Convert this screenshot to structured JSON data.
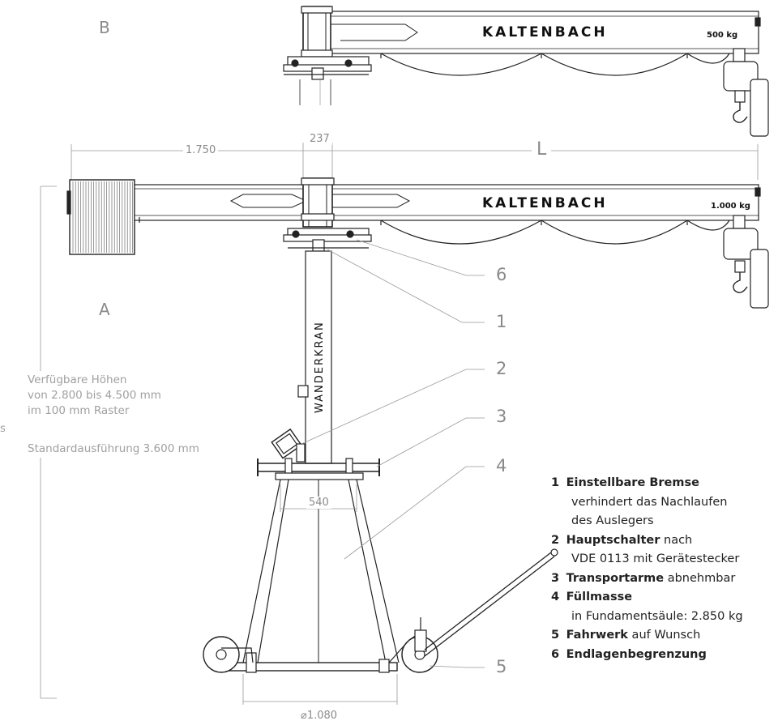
{
  "views": {
    "top": "B",
    "main": "A"
  },
  "boom_b": {
    "brand": "KALTENBACH",
    "capacity": "500 kg"
  },
  "boom_a": {
    "brand": "KALTENBACH",
    "capacity": "1.000 kg"
  },
  "column": {
    "text": "WANDERKRAN"
  },
  "dimensions": {
    "counterweight_length": "1.750",
    "column_width": "237",
    "boom_length": "L",
    "base_width": "540",
    "base_diameter": "⌀1.080"
  },
  "height_note": {
    "line1": "Verfügbare Höhen",
    "line2": "von 2.800 bis 4.500 mm",
    "line3": "im 100 mm Raster",
    "line4": "Standardausführung 3.600 mm",
    "edge_glyph": "s"
  },
  "callouts": [
    "6",
    "1",
    "2",
    "3",
    "4",
    "5"
  ],
  "legend": [
    {
      "num": "1",
      "bold": "Einstellbare Bremse",
      "rest": "",
      "extra": [
        "verhindert das Nachlaufen",
        "des Auslegers"
      ]
    },
    {
      "num": "2",
      "bold": "Hauptschalter",
      "rest": " nach",
      "extra": [
        "VDE 0113 mit Gerätestecker"
      ]
    },
    {
      "num": "3",
      "bold": "Transportarme",
      "rest": " abnehmbar",
      "extra": []
    },
    {
      "num": "4",
      "bold": "Füllmasse",
      "rest": "",
      "extra": [
        "in Fundamentsäule: 2.850 kg"
      ]
    },
    {
      "num": "5",
      "bold": "Fahrwerk",
      "rest": " auf Wunsch",
      "extra": []
    },
    {
      "num": "6",
      "bold": "Endlagenbegrenzung",
      "rest": "",
      "extra": []
    }
  ]
}
